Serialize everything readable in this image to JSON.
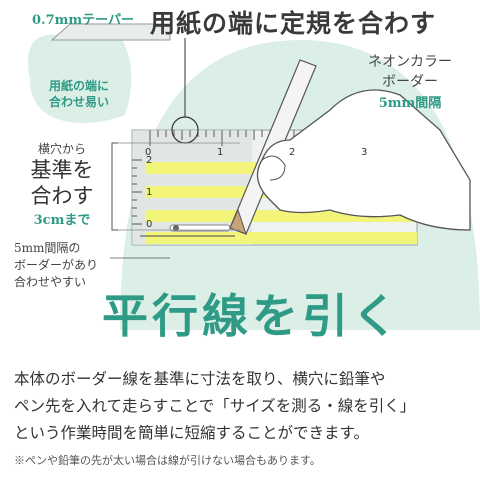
{
  "headline": "用紙の端に定規を合わす",
  "taper_label": "0.7mmテーパー",
  "circle_note": [
    "用紙の端に",
    "合わせ易い"
  ],
  "neon": {
    "lines": [
      "ネオンカラー",
      "ボーダー"
    ],
    "sub": "5mm間隔"
  },
  "left_note": {
    "line1": "横穴から",
    "big1": "基準を",
    "big2": "合わす",
    "teal": "3cmまで"
  },
  "border_note": [
    "5mm間隔の",
    "ボーダーがあり",
    "合わせやすい"
  ],
  "ruler": {
    "top_ticks": [
      "0",
      "1",
      "2",
      "3"
    ],
    "side_ticks": [
      "2",
      "1",
      "0"
    ]
  },
  "main_title": "平行線を引く",
  "description": [
    "本体のボーダー線を基準に寸法を取り、横穴に鉛筆や",
    "ペン先を入れて走らすことで「サイズを測る・線を引く」",
    "という作業時間を簡単に短縮することができます。"
  ],
  "note": "※ペンや鉛筆の先が太い場合は線が引けない場合もあります。",
  "colors": {
    "teal": "#2f9a86",
    "mint": "#dbf0e7",
    "neon_yellow": "#f2f57a",
    "ruler_gray": "#cfd4d2"
  }
}
